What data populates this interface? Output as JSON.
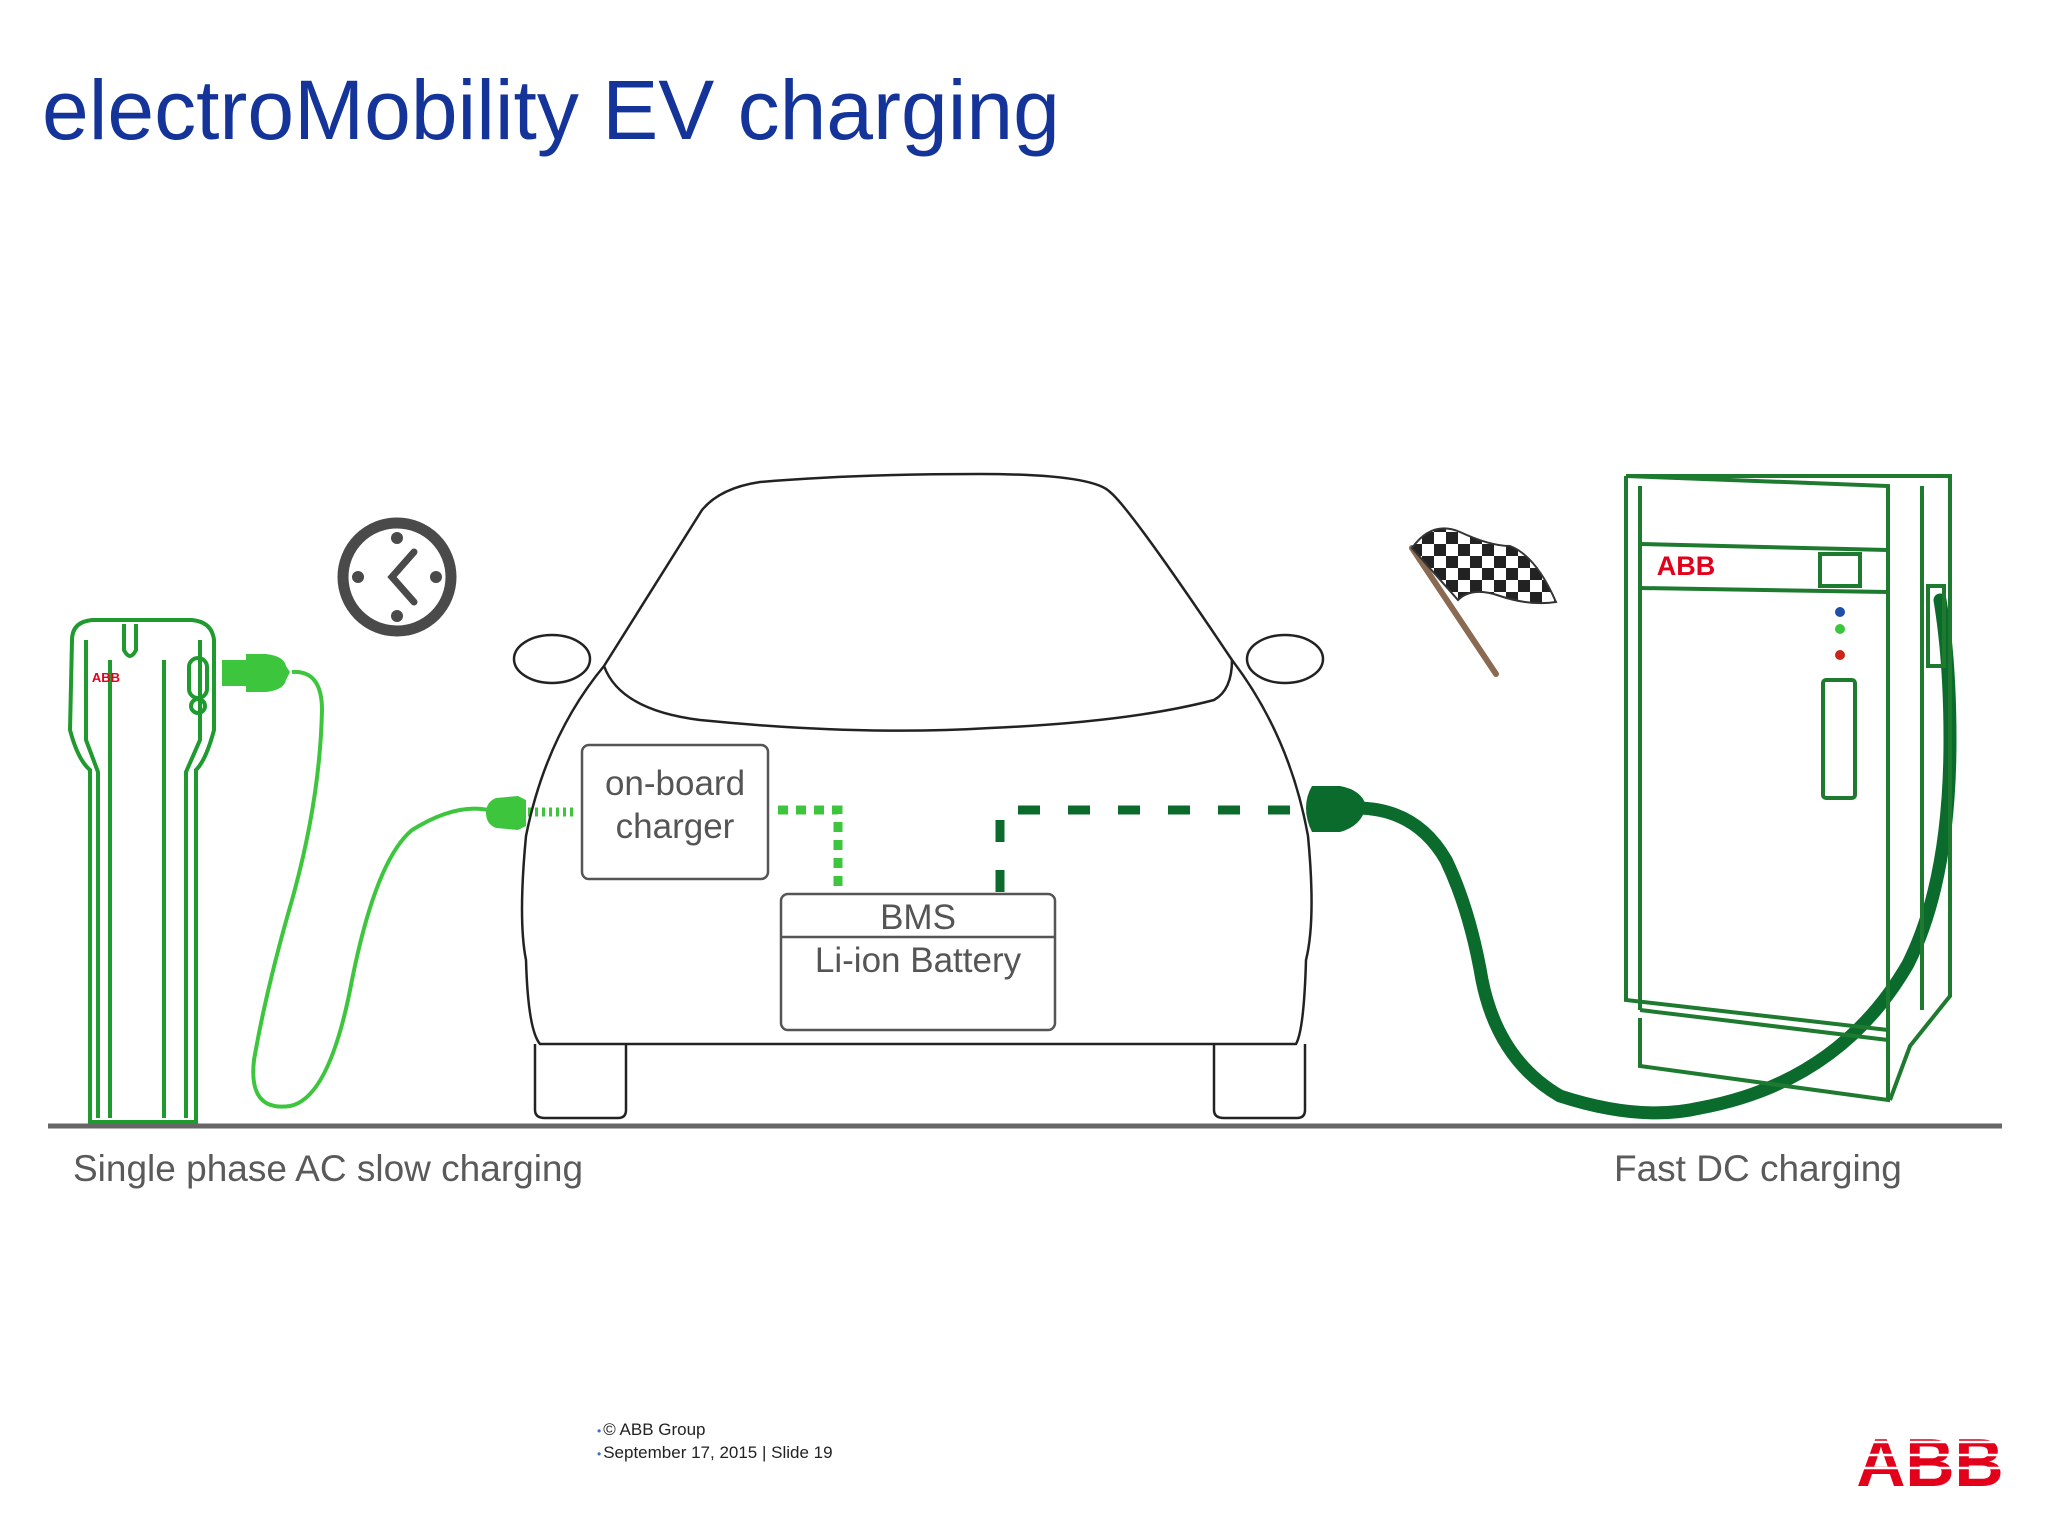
{
  "slide": {
    "title": "electroMobility EV charging",
    "caption_left": "Single phase AC slow charging",
    "caption_right": "Fast DC charging",
    "boxes": {
      "onboard_line1": "on-board",
      "onboard_line2": "charger",
      "bms": "BMS",
      "battery": "Li-ion Battery"
    },
    "brand_small": "ABB",
    "footer": {
      "line1": "© ABB Group",
      "line2": "September 17, 2015 | Slide 19"
    },
    "logo_text": "ABB"
  },
  "colors": {
    "title": "#14349a",
    "ac_green": "#3dc63d",
    "dc_green": "#0b6b2c",
    "station_green": "#1e9a2f",
    "abb_red": "#e2001a",
    "caption": "#5a5a5a"
  },
  "icons": [
    "slow-charge-clock-icon",
    "checkered-flag-icon",
    "abb-logo"
  ]
}
